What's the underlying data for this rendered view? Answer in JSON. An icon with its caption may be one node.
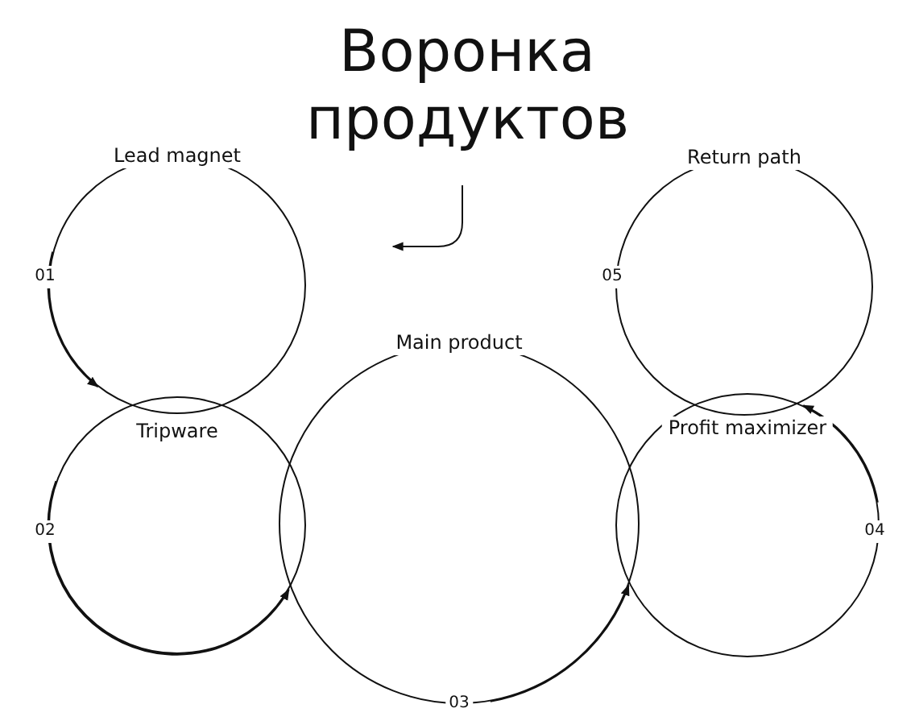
{
  "diagram": {
    "title": "Воронка продуктов",
    "nodes": [
      {
        "text": [
          "Lead magnet"
        ]
      },
      {
        "text": [
          "Tripware"
        ]
      },
      {
        "text": [
          "Main product"
        ]
      },
      {
        "text": [
          "Profit maximizer"
        ]
      },
      {
        "text": [
          "Return path"
        ]
      }
    ],
    "edges": [
      {
        "from": 0,
        "to": 1,
        "arrow": "to"
      },
      {
        "from": 1,
        "to": 2,
        "arrow": "to"
      },
      {
        "from": 2,
        "to": 3,
        "arrow": "to"
      },
      {
        "from": 3,
        "to": 4,
        "arrow": "to"
      }
    ],
    "labels": [
      "01",
      "05",
      "02",
      "04",
      "03"
    ]
  }
}
